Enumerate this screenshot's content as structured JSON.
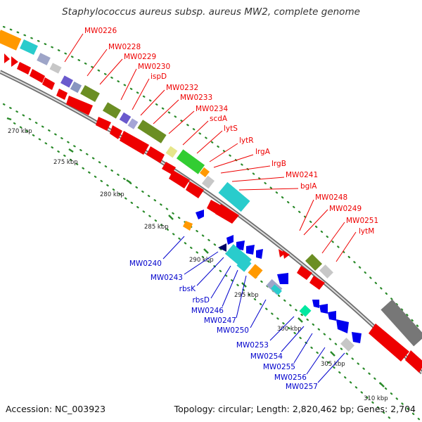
{
  "title": "Staphylococcus aureus subsp. aureus MW2, complete genome",
  "accession_label": "Accession: NC_003923",
  "summary_label": "Topology: circular; Length: 2,820,462 bp; Genes: 2,704",
  "colors": {
    "forward_label": "#dd0000",
    "reverse_label": "#0000cc",
    "backbone": "#8c8c8c",
    "dots": "#228822"
  },
  "tick_labels": [
    "270 kbp",
    "275 kbp",
    "280 kbp",
    "285 kbp",
    "290 kbp",
    "295 kbp",
    "300 kbp",
    "305 kbp",
    "310 kbp"
  ],
  "forward_genes": [
    "MW0226",
    "MW0228",
    "MW0229",
    "MW0230",
    "ispD",
    "MW0232",
    "MW0233",
    "MW0234",
    "scdA",
    "lytS",
    "lytR",
    "lrgA",
    "lrgB",
    "MW0241",
    "bglA",
    "MW0248",
    "MW0249",
    "MW0251",
    "lytM"
  ],
  "reverse_genes": [
    "MW0240",
    "MW0243",
    "rbsK",
    "rbsD",
    "MW0246",
    "MW0247",
    "MW0250",
    "MW0253",
    "MW0254",
    "MW0255",
    "MW0256",
    "MW0257"
  ]
}
